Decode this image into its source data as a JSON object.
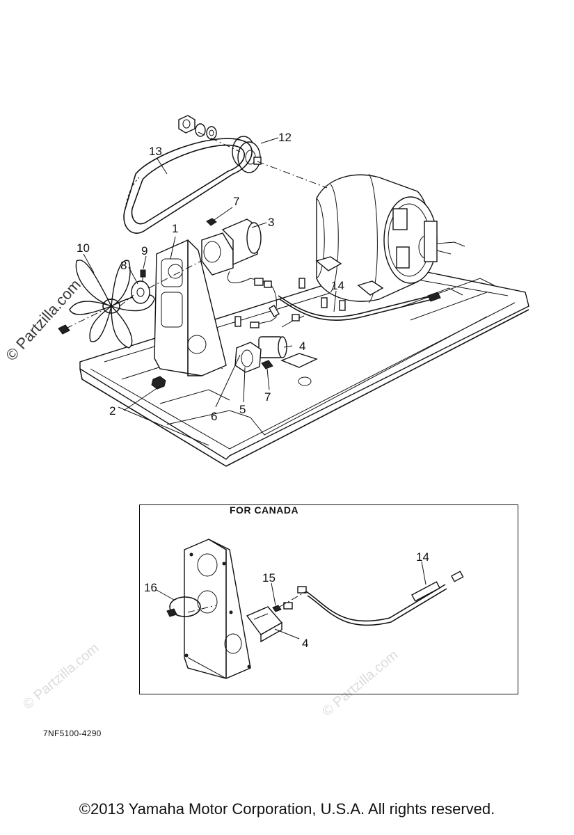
{
  "callouts": {
    "c1": "1",
    "c2": "2",
    "c3": "3",
    "c4a": "4",
    "c4b": "4",
    "c5": "5",
    "c6": "6",
    "c7a": "7",
    "c7b": "7",
    "c8": "8",
    "c9": "9",
    "c10": "10",
    "c12": "12",
    "c13": "13",
    "c14a": "14",
    "c14b": "14",
    "c15": "15",
    "c16": "16"
  },
  "inset_title": "FOR CANADA",
  "drawing_code": "7NF5100-4290",
  "watermark": "© Partzilla.com",
  "copyright": "©2013  Yamaha Motor Corporation, U.S.A. All rights reserved."
}
